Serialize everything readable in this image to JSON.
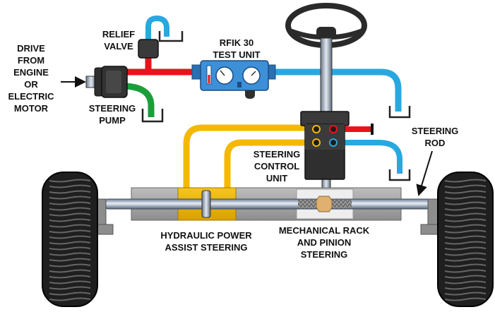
{
  "labels": {
    "drive": "DRIVE\nFROM\nENGINE\nOR\nELECTRIC\nMOTOR",
    "relief_valve": "RELIEF\nVALVE",
    "steering_pump": "STEERING\nPUMP",
    "test_unit": "RFIK 30\nTEST UNIT",
    "steering_control_unit": "STEERING\nCONTROL\nUNIT",
    "steering_rod": "STEERING\nROD",
    "hydraulic_power_assist": "HYDRAULIC POWER\nASSIST STEERING",
    "mechanical_rack": "MECHANICAL RACK\nAND PINION\nSTEERING"
  },
  "colors": {
    "pressure_line": "#e8141c",
    "return_line": "#29a8e0",
    "suction_line": "#1a9e3a",
    "cylinder_line": "#f5b800",
    "test_unit_body": "#3d8fd8",
    "dark_component": "#2f2f2f",
    "housing_gray": "#a9a9a9"
  }
}
